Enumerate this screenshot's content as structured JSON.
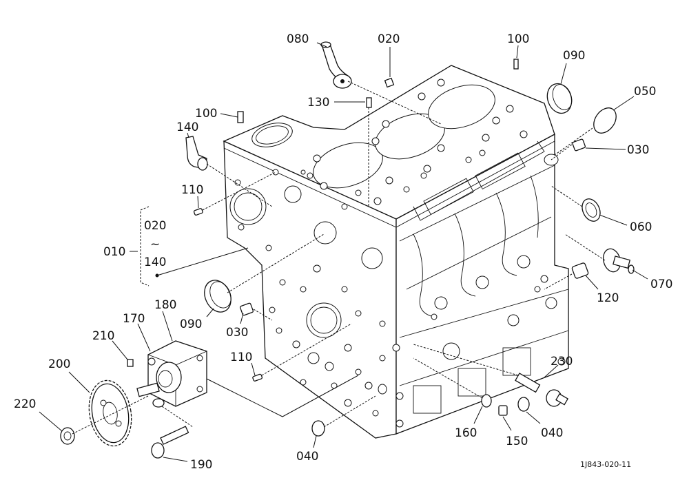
{
  "diagram": {
    "doc_code": "1J843-020-11",
    "range": {
      "top": "020",
      "mark": "~",
      "bottom": "140",
      "group": "010"
    },
    "callouts": [
      {
        "id": "c080",
        "text": "080"
      },
      {
        "id": "c020",
        "text": "020"
      },
      {
        "id": "c100a",
        "text": "100"
      },
      {
        "id": "c090a",
        "text": "090"
      },
      {
        "id": "c050",
        "text": "050"
      },
      {
        "id": "c130",
        "text": "130"
      },
      {
        "id": "c100b",
        "text": "100"
      },
      {
        "id": "c030a",
        "text": "030"
      },
      {
        "id": "c140",
        "text": "140"
      },
      {
        "id": "c110a",
        "text": "110"
      },
      {
        "id": "c060",
        "text": "060"
      },
      {
        "id": "c070",
        "text": "070"
      },
      {
        "id": "c120",
        "text": "120"
      },
      {
        "id": "c090b",
        "text": "090"
      },
      {
        "id": "c030b",
        "text": "030"
      },
      {
        "id": "c180",
        "text": "180"
      },
      {
        "id": "c170",
        "text": "170"
      },
      {
        "id": "c210",
        "text": "210"
      },
      {
        "id": "c200",
        "text": "200"
      },
      {
        "id": "c110b",
        "text": "110"
      },
      {
        "id": "c230",
        "text": "230"
      },
      {
        "id": "c220",
        "text": "220"
      },
      {
        "id": "c160",
        "text": "160"
      },
      {
        "id": "c150",
        "text": "150"
      },
      {
        "id": "c040a",
        "text": "040"
      },
      {
        "id": "c040b",
        "text": "040"
      },
      {
        "id": "c190",
        "text": "190"
      }
    ]
  }
}
